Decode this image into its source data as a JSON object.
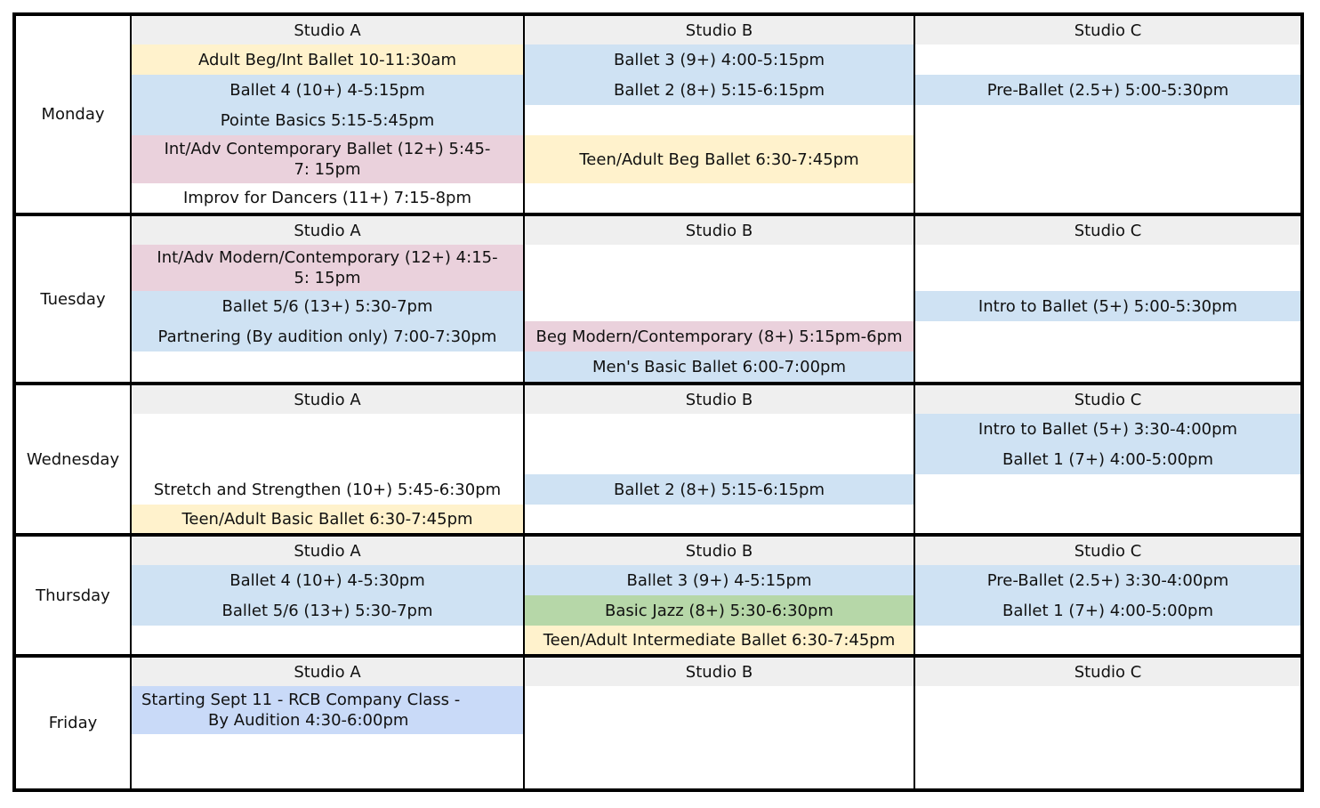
{
  "colors": {
    "blue": "#cfe2f3",
    "yellow": "#fff2cc",
    "pink": "#ead1dc",
    "green": "#b6d7a8",
    "periwinkle": "#c9daf8",
    "header_gray": "#efefef"
  },
  "studios": [
    "Studio A",
    "Studio B",
    "Studio C"
  ],
  "days": [
    {
      "name": "Monday",
      "studio_a": [
        "Adult Beg/Int Ballet 10-11:30am",
        "Ballet 4 (10+) 4-5:15pm",
        "Pointe Basics 5:15-5:45pm",
        "Int/Adv Contemporary Ballet (12+) 5:45-7: 15pm",
        "Improv for Dancers (11+) 7:15-8pm"
      ],
      "studio_b": [
        "Ballet 3 (9+) 4:00-5:15pm",
        "Ballet 2 (8+) 5:15-6:15pm",
        "Teen/Adult Beg Ballet 6:30-7:45pm"
      ],
      "studio_c": [
        "Pre-Ballet (2.5+) 5:00-5:30pm"
      ]
    },
    {
      "name": "Tuesday",
      "studio_a": [
        "Int/Adv Modern/Contemporary (12+) 4:15-5: 15pm",
        "Ballet 5/6 (13+) 5:30-7pm",
        "Partnering (By audition only) 7:00-7:30pm"
      ],
      "studio_b": [
        "Beg Modern/Contemporary (8+) 5:15pm-6pm",
        "Men's Basic Ballet 6:00-7:00pm"
      ],
      "studio_c": [
        "Intro to Ballet (5+) 5:00-5:30pm"
      ]
    },
    {
      "name": "Wednesday",
      "studio_a": [
        "Stretch and Strengthen (10+) 5:45-6:30pm",
        "Teen/Adult Basic Ballet 6:30-7:45pm"
      ],
      "studio_b": [
        "Ballet 2 (8+) 5:15-6:15pm"
      ],
      "studio_c": [
        "Intro to Ballet (5+) 3:30-4:00pm",
        "Ballet 1 (7+) 4:00-5:00pm"
      ]
    },
    {
      "name": "Thursday",
      "studio_a": [
        "Ballet 4 (10+) 4-5:30pm",
        "Ballet 5/6 (13+) 5:30-7pm"
      ],
      "studio_b": [
        "Ballet 3 (9+) 4-5:15pm",
        "Basic Jazz (8+) 5:30-6:30pm",
        "Teen/Adult Intermediate Ballet 6:30-7:45pm"
      ],
      "studio_c": [
        "Pre-Ballet (2.5+) 3:30-4:00pm",
        "Ballet 1 (7+) 4:00-5:00pm"
      ]
    },
    {
      "name": "Friday",
      "studio_a": [
        "Starting Sept 11 - RCB Company Class -    By Audition 4:30-6:00pm"
      ],
      "studio_b": [],
      "studio_c": []
    }
  ]
}
